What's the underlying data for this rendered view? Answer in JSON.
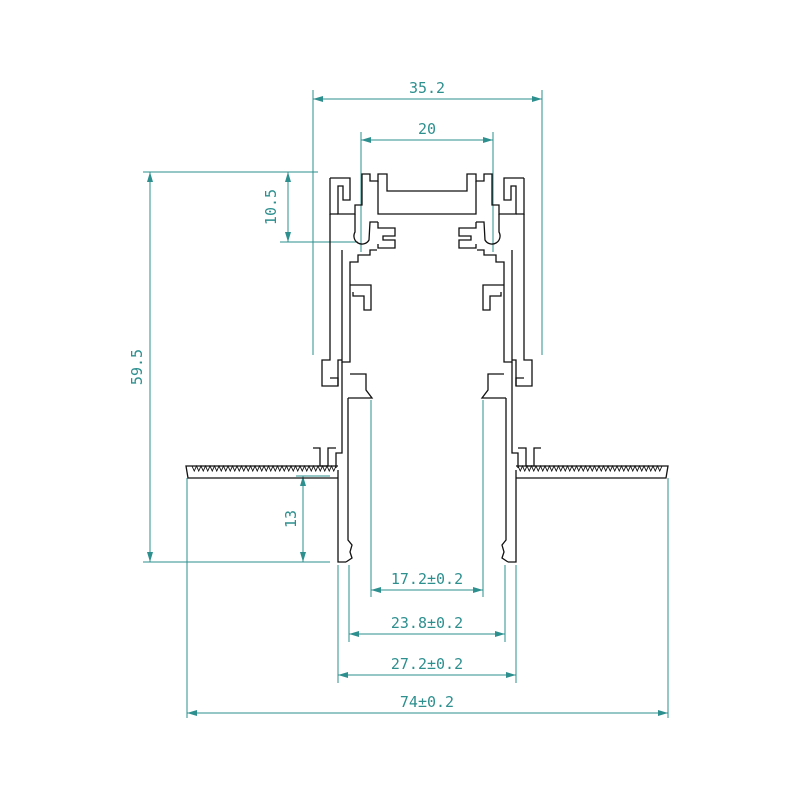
{
  "colors": {
    "dimension": "#2e8f8f",
    "profile": "#111111",
    "background": "#ffffff"
  },
  "dimensions": {
    "top_outer_width": "35.2",
    "top_inner_width": "20",
    "top_height": "10.5",
    "total_height": "59.5",
    "flange_depth": "13",
    "slot_inner": "17.2±0.2",
    "slot_mid": "23.8±0.2",
    "slot_outer": "27.2±0.2",
    "flange_total": "74±0.2"
  }
}
